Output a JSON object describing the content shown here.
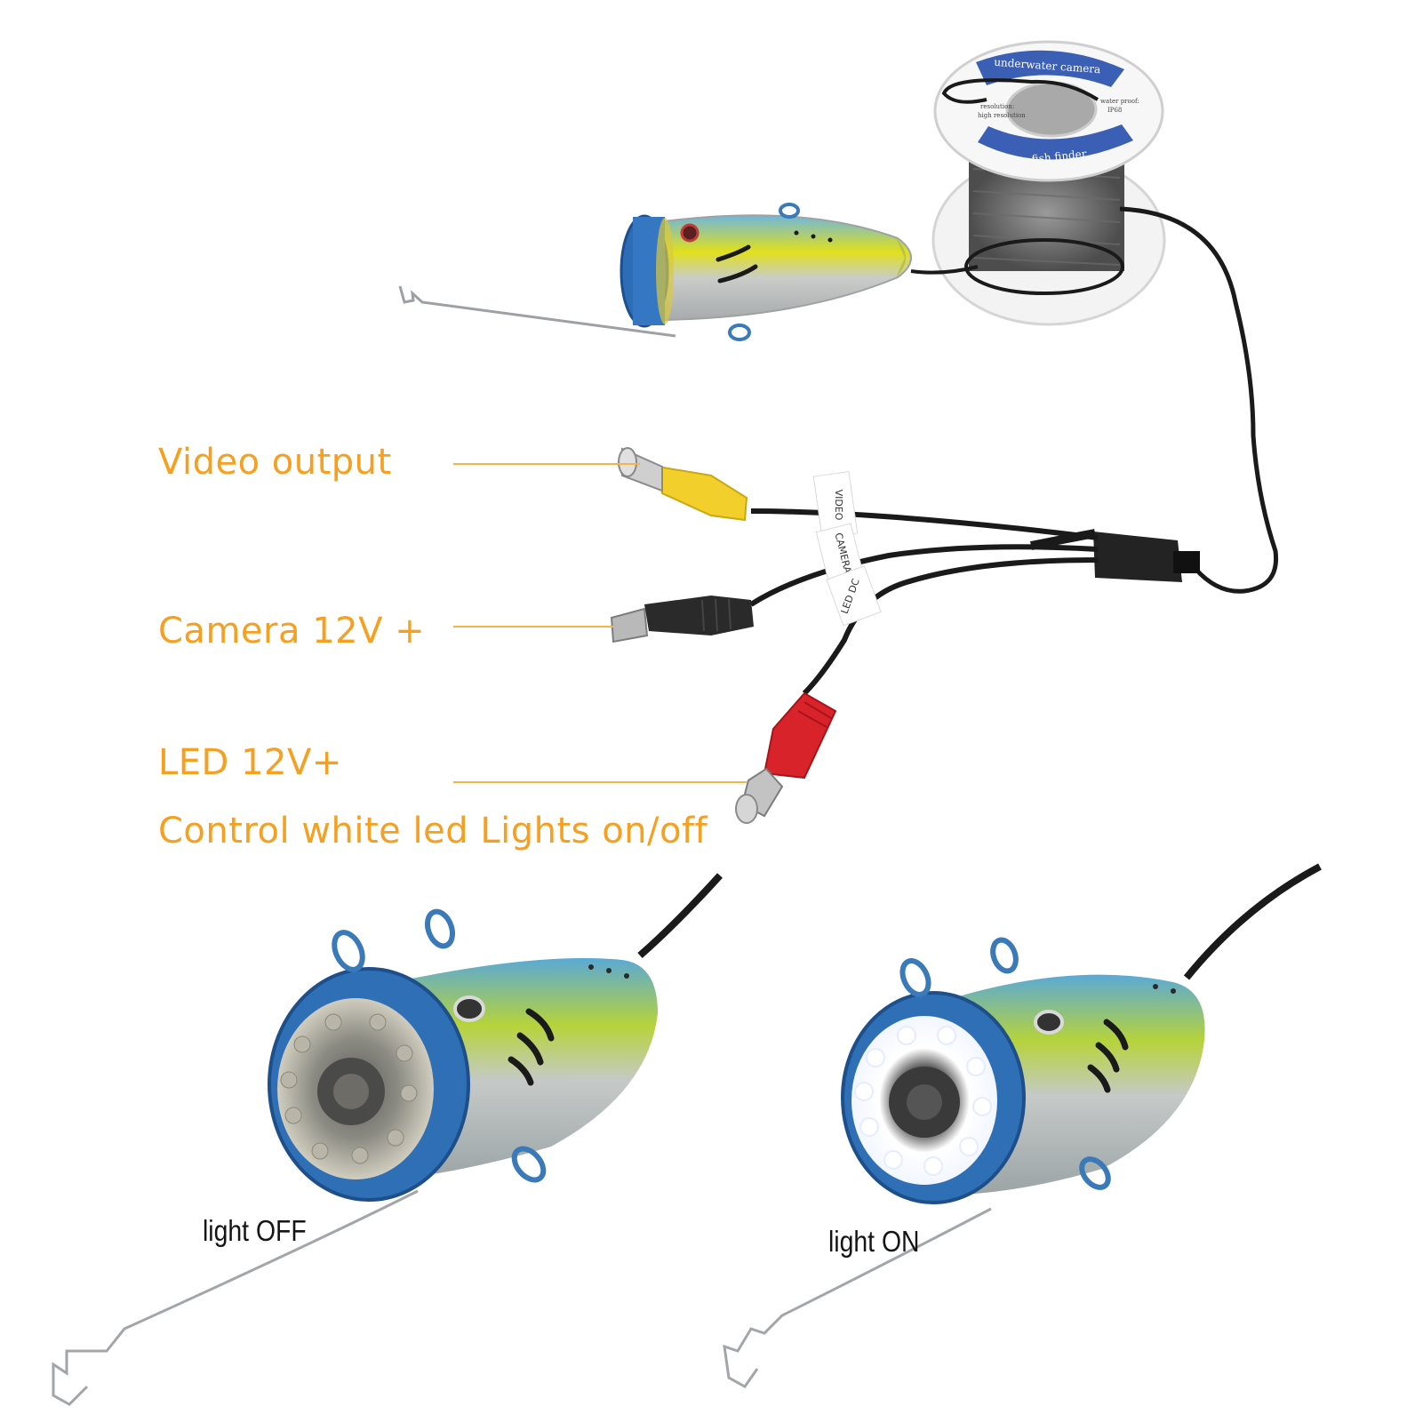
{
  "callouts": {
    "video_output": "Video output",
    "camera_power": "Camera 12V +",
    "led_power": "LED 12V+",
    "led_control": "Control white led Lights on/off"
  },
  "reel_label": {
    "top": "underwater camera",
    "bottom": "fish finder",
    "left_line1": "resolution:",
    "left_line2": "high resolution",
    "right_line1": "water proof:",
    "right_line2": "IP68"
  },
  "cable_tags": {
    "video": "VIDEO",
    "camera": "CAMERA",
    "led": "LED DC"
  },
  "captions": {
    "light_off": "light OFF",
    "light_on": "light ON"
  },
  "colors": {
    "callout_orange": "#f5a020",
    "leader_line": "#f7b24a",
    "rca_yellow": "#f2cf2a",
    "led_plug_red": "#d9232a",
    "cable_black": "#1a1a1a",
    "bezel_blue": "#2f6fb5",
    "reel_label_blue": "#3b5fb5"
  }
}
